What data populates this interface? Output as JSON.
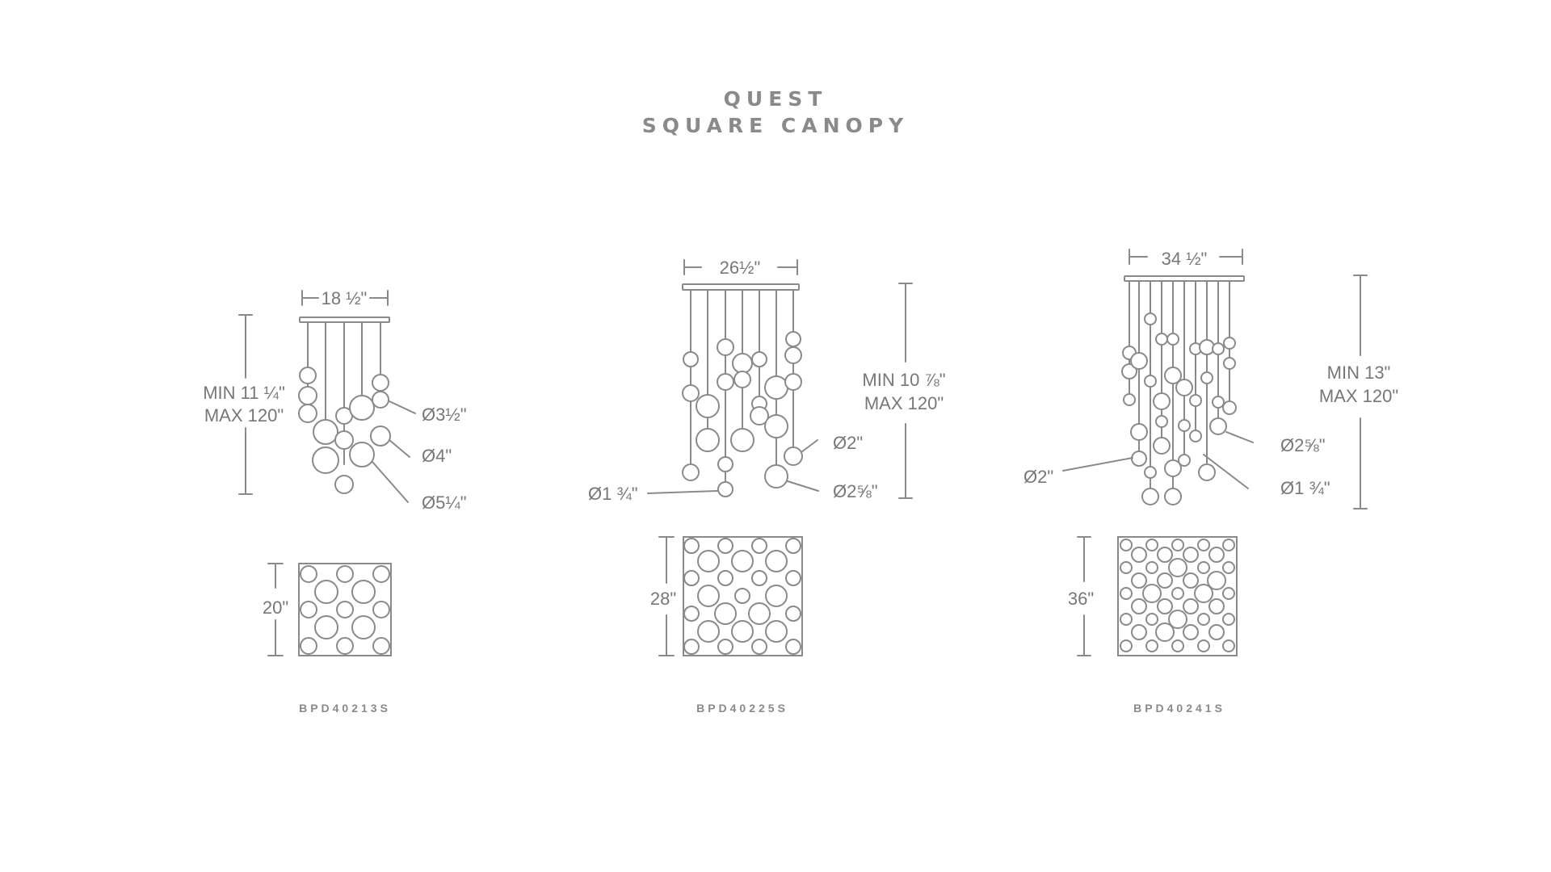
{
  "title": {
    "line1": "QUEST",
    "line2": "SQUARE CANOPY"
  },
  "colors": {
    "line": "#8a8a8a",
    "text": "#777777"
  },
  "fixtures": [
    {
      "code": "BPD40213S",
      "width": "18 ½\"",
      "height_min": "MIN 11 ¼\"",
      "height_max": "MAX 120\"",
      "depth": "20\"",
      "callouts": [
        "Ø3½\"",
        "Ø4\"",
        "Ø5¼\""
      ]
    },
    {
      "code": "BPD40225S",
      "width": "26½\"",
      "height_min": "MIN 10 ⅞\"",
      "height_max": "MAX 120\"",
      "depth": "28\"",
      "callouts": [
        "Ø2\"",
        "Ø1 ¾\"",
        "Ø2⅝\""
      ]
    },
    {
      "code": "BPD40241S",
      "width": "34 ½\"",
      "height_min": "MIN 13\"",
      "height_max": "MAX 120\"",
      "depth": "36\"",
      "callouts": [
        "Ø2⅝\"",
        "Ø2\"",
        "Ø1 ¾\""
      ]
    }
  ]
}
